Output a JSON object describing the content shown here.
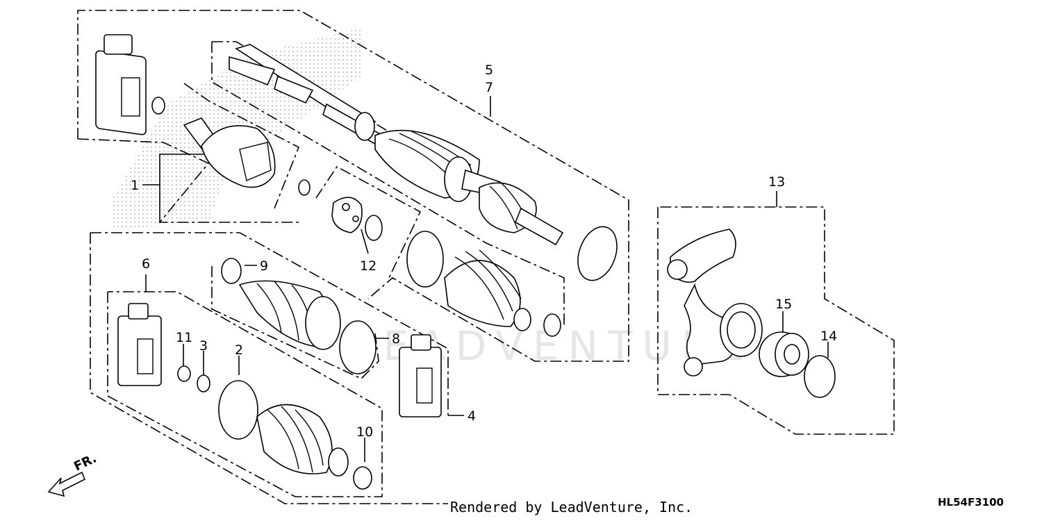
{
  "diagram": {
    "callouts": {
      "c1": "1",
      "c2": "2",
      "c3": "3",
      "c4": "4",
      "c5": "5",
      "c6": "6",
      "c7": "7",
      "c8": "8",
      "c9": "9",
      "c10": "10",
      "c11": "11",
      "c12": "12",
      "c13": "13",
      "c14": "14",
      "c15": "15"
    },
    "direction_label": "FR.",
    "watermark": "LEADVENTURE",
    "footer_credit": "Rendered by LeadVenture, Inc.",
    "diagram_code": "HL54F3100",
    "line_color": "#000000",
    "background_color": "#ffffff",
    "watermark_color": "#e6e6e6"
  }
}
